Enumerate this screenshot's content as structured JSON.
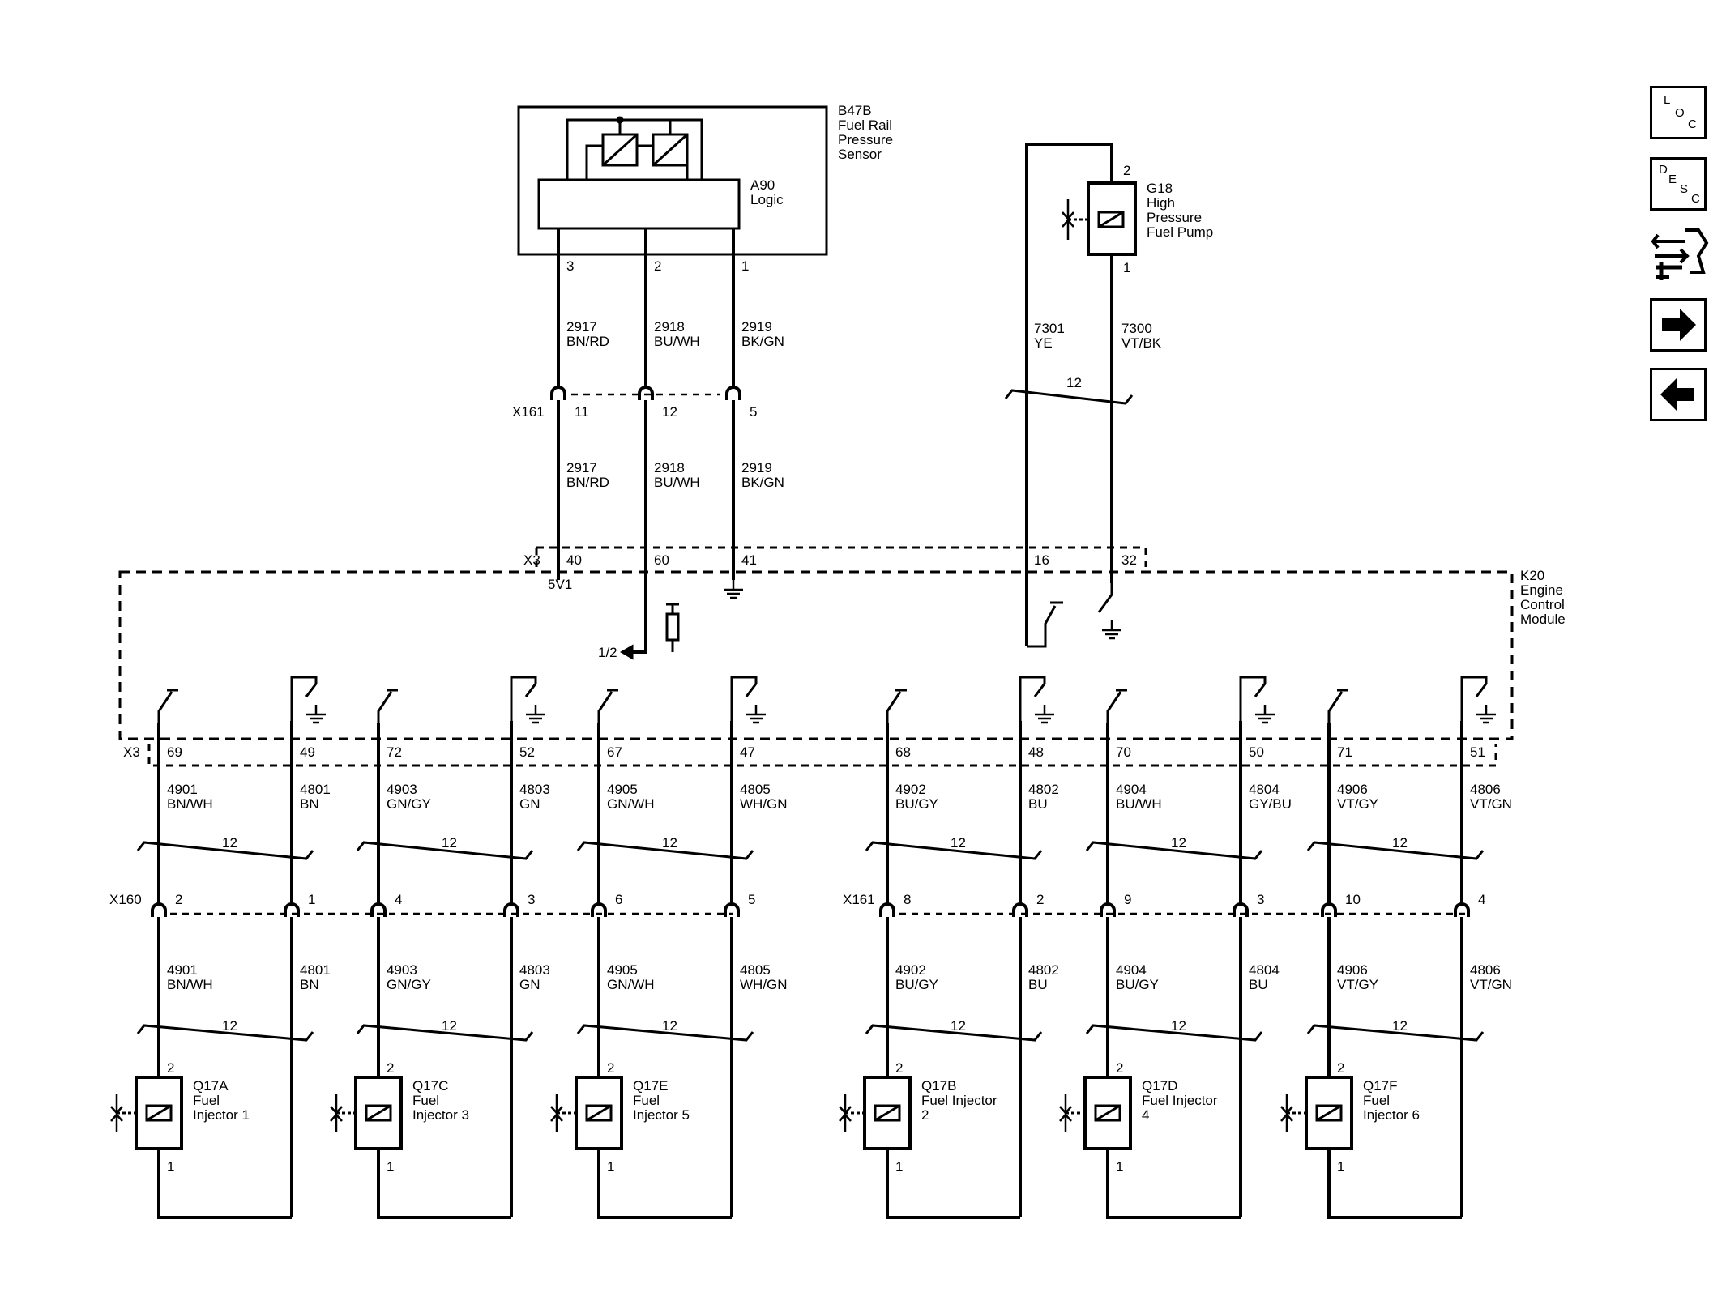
{
  "components": {
    "sensor": {
      "id": "B47B",
      "l1": "Fuel Rail",
      "l2": "Pressure",
      "l3": "Sensor"
    },
    "logic": {
      "id": "A90",
      "l1": "Logic"
    },
    "pump": {
      "id": "G18",
      "l1": "High",
      "l2": "Pressure",
      "l3": "Fuel Pump"
    },
    "ecm": {
      "id": "K20",
      "l1": "Engine",
      "l2": "Control",
      "l3": "Module"
    }
  },
  "sensor_circuit": {
    "pins": [
      "3",
      "2",
      "1"
    ],
    "wires": [
      {
        "num": "2917",
        "color": "BN/RD"
      },
      {
        "num": "2918",
        "color": "BU/WH"
      },
      {
        "num": "2919",
        "color": "BK/GN"
      }
    ],
    "x161_label": "X161",
    "x161_pins": [
      "11",
      "12",
      "5"
    ],
    "x3_label": "X3",
    "x3_pins": [
      "40",
      "60",
      "41"
    ],
    "ref_5v": "5V1",
    "ref_half": "1/2"
  },
  "pump_circuit": {
    "pin_top": "2",
    "pin_bottom": "1",
    "wires": [
      {
        "num": "7301",
        "color": "YE"
      },
      {
        "num": "7300",
        "color": "VT/BK"
      }
    ],
    "twist": "12",
    "x3_pins": [
      "16",
      "32"
    ]
  },
  "lower_x3_label": "X3",
  "x160_label": "X160",
  "x161_label": "X161",
  "twist_label": "12",
  "injectors": [
    {
      "id": "Q17A",
      "l1": "Fuel",
      "l2": "Injector 1",
      "ecm_pins": [
        "69",
        "49"
      ],
      "wires_ecm": [
        {
          "num": "4901",
          "color": "BN/WH"
        },
        {
          "num": "4801",
          "color": "BN"
        }
      ],
      "conn_pins": [
        "2",
        "1"
      ],
      "wires_inj": [
        {
          "num": "4901",
          "color": "BN/WH"
        },
        {
          "num": "4801",
          "color": "BN"
        }
      ],
      "pin_top": "2",
      "pin_bottom": "1"
    },
    {
      "id": "Q17C",
      "l1": "Fuel",
      "l2": "Injector 3",
      "ecm_pins": [
        "72",
        "52"
      ],
      "wires_ecm": [
        {
          "num": "4903",
          "color": "GN/GY"
        },
        {
          "num": "4803",
          "color": "GN"
        }
      ],
      "conn_pins": [
        "4",
        "3"
      ],
      "wires_inj": [
        {
          "num": "4903",
          "color": "GN/GY"
        },
        {
          "num": "4803",
          "color": "GN"
        }
      ],
      "pin_top": "2",
      "pin_bottom": "1"
    },
    {
      "id": "Q17E",
      "l1": "Fuel",
      "l2": "Injector 5",
      "ecm_pins": [
        "67",
        "47"
      ],
      "wires_ecm": [
        {
          "num": "4905",
          "color": "GN/WH"
        },
        {
          "num": "4805",
          "color": "WH/GN"
        }
      ],
      "conn_pins": [
        "6",
        "5"
      ],
      "wires_inj": [
        {
          "num": "4905",
          "color": "GN/WH"
        },
        {
          "num": "4805",
          "color": "WH/GN"
        }
      ],
      "pin_top": "2",
      "pin_bottom": "1"
    },
    {
      "id": "Q17B",
      "l1": "Fuel Injector",
      "l2": "2",
      "ecm_pins": [
        "68",
        "48"
      ],
      "wires_ecm": [
        {
          "num": "4902",
          "color": "BU/GY"
        },
        {
          "num": "4802",
          "color": "BU"
        }
      ],
      "conn_pins": [
        "8",
        "2"
      ],
      "wires_inj": [
        {
          "num": "4902",
          "color": "BU/GY"
        },
        {
          "num": "4802",
          "color": "BU"
        }
      ],
      "pin_top": "2",
      "pin_bottom": "1"
    },
    {
      "id": "Q17D",
      "l1": "Fuel Injector",
      "l2": "4",
      "ecm_pins": [
        "70",
        "50"
      ],
      "wires_ecm": [
        {
          "num": "4904",
          "color": "BU/WH"
        },
        {
          "num": "4804",
          "color": "GY/BU"
        }
      ],
      "conn_pins": [
        "9",
        "3"
      ],
      "wires_inj": [
        {
          "num": "4904",
          "color": "BU/GY"
        },
        {
          "num": "4804",
          "color": "BU"
        }
      ],
      "pin_top": "2",
      "pin_bottom": "1"
    },
    {
      "id": "Q17F",
      "l1": "Fuel",
      "l2": "Injector 6",
      "ecm_pins": [
        "71",
        "51"
      ],
      "wires_ecm": [
        {
          "num": "4906",
          "color": "VT/GY"
        },
        {
          "num": "4806",
          "color": "VT/GN"
        }
      ],
      "conn_pins": [
        "10",
        "4"
      ],
      "wires_inj": [
        {
          "num": "4906",
          "color": "VT/GY"
        },
        {
          "num": "4806",
          "color": "VT/GN"
        }
      ],
      "pin_top": "2",
      "pin_bottom": "1"
    }
  ],
  "nav": {
    "loc": {
      "a": "L",
      "b": "O",
      "c": "C"
    },
    "desc": {
      "a": "D",
      "b": "E",
      "c": "S",
      "d": "C"
    },
    "icons": [
      "loc-icon",
      "desc-icon",
      "connector-route-icon",
      "next-arrow-icon",
      "prev-arrow-icon"
    ]
  }
}
